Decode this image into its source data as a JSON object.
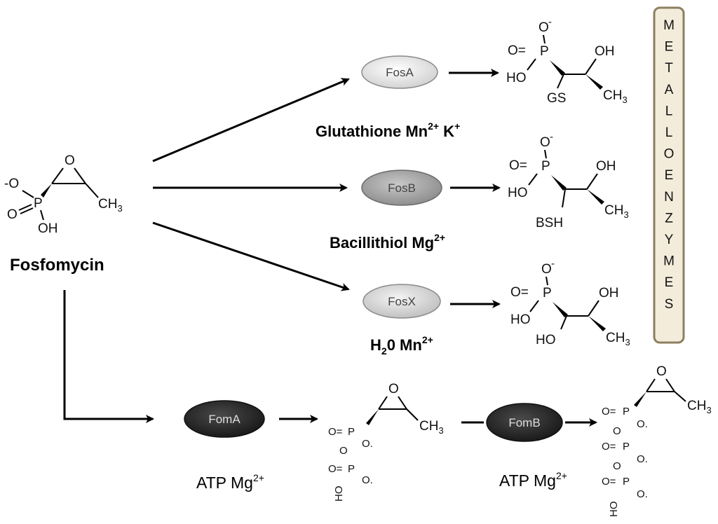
{
  "substrate": {
    "name": "Fosfomycin"
  },
  "enzymes": {
    "fosA": "FosA",
    "fosB": "FosB",
    "fosX": "FosX",
    "fomA": "FomA",
    "fomB": "FomB"
  },
  "conditions": {
    "fosA": {
      "text": "Glutathione Mn",
      "sup1": "2+",
      "text2": " K",
      "sup2": "+"
    },
    "fosB": {
      "text": "Bacillithiol Mg",
      "sup": "2+"
    },
    "fosX": {
      "pre": "H",
      "sub": "2",
      "post": "0 Mn",
      "sup": "2+"
    },
    "fomA": {
      "text": "ATP Mg",
      "sup": "2+"
    },
    "fomB": {
      "text": "ATP Mg",
      "sup": "2+"
    }
  },
  "side_label": {
    "letters": [
      "M",
      "E",
      "T",
      "A",
      "L",
      "L",
      "O",
      "E",
      "N",
      "Z",
      "Y",
      "M",
      "E",
      "S"
    ]
  },
  "chem_labels": {
    "o_minus": "O",
    "minus": "-",
    "oxygen": "O",
    "phosphorus": "P",
    "o_equals": "O=",
    "ho": "HO",
    "oh": "OH",
    "ch3": "CH",
    "three": "3",
    "gs": "GS",
    "bsh": "BSH",
    "fosfomycin_o": "-O",
    "o_eq_p": "O=P",
    "o_dot": "O.",
    "o_small": "O"
  },
  "colors": {
    "fosA_fill": "#ececec",
    "fosB_fill": "#a6a6a6",
    "fosX_fill": "#d6d6d6",
    "fomA_fill": "#2d2d2d",
    "fomB_fill": "#1e1e1e",
    "side_box_fill": "#f3ecdb",
    "side_box_stroke": "#8c8060"
  }
}
